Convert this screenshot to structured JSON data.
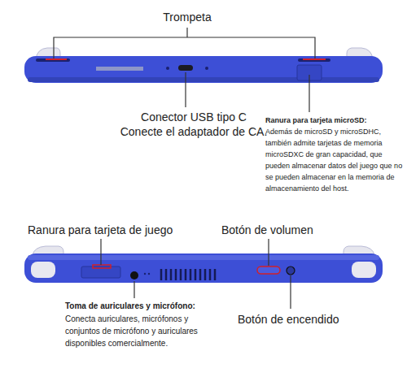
{
  "diagram": {
    "labels": [
      "Trompeta",
      "Conector USB tipo C",
      "Conecte el adaptador de CA.",
      "Ranura para tarjeta microSD:",
      "Además de microSD y microSDHC, también admite tarjetas de memoria microSDXC de gran capacidad, que pueden almacenar datos del juego que no se pueden almacenar en la memoria de almacenamiento del host.",
      "Ranura para tarjeta de juego",
      "Botón de volumen",
      "Toma de auriculares y micrófono:",
      "Conecta auriculares, micrófonos y conjuntos de micrófono y auriculares disponibles comercialmente.",
      "Botón de encendido"
    ]
  }
}
